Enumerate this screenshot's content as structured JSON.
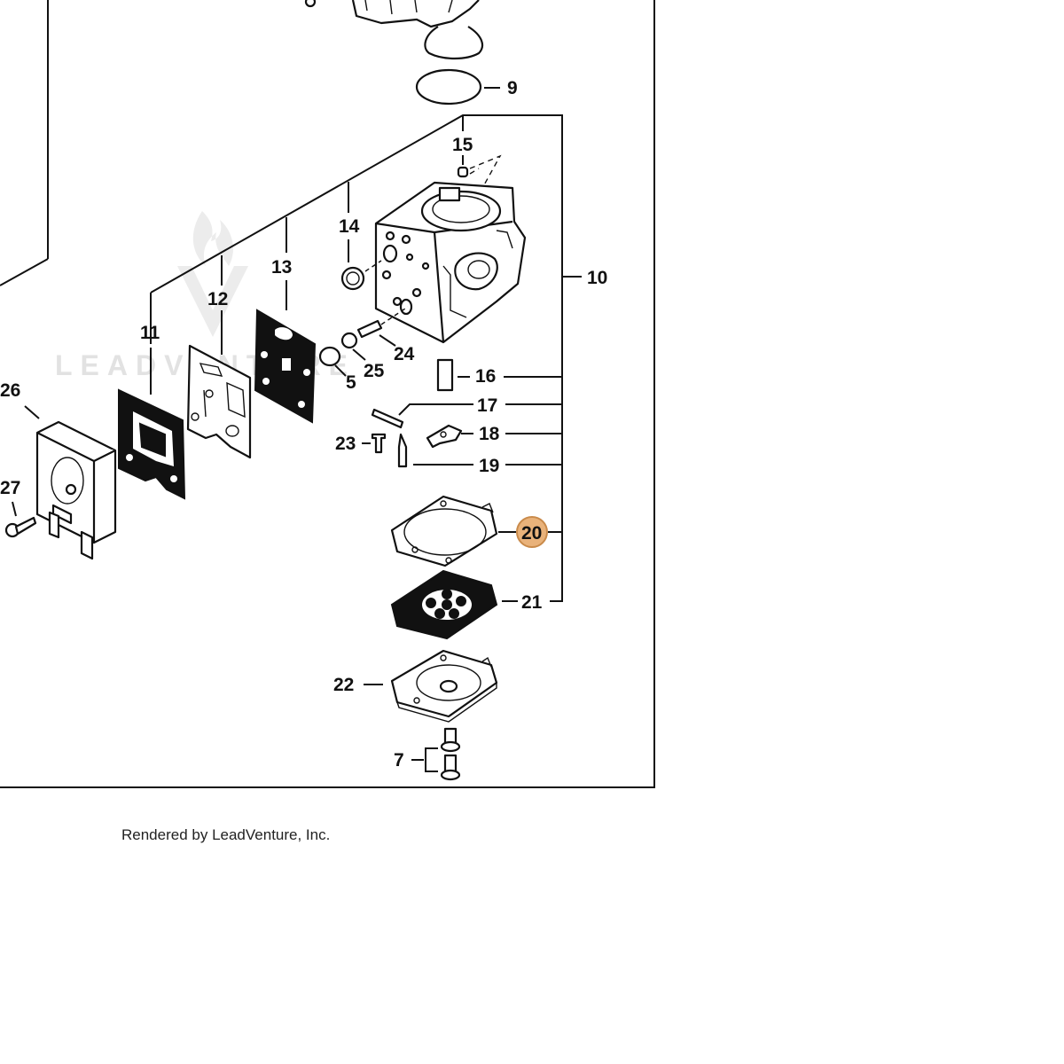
{
  "diagram": {
    "watermark": "LEADVENTURE",
    "footer": "Rendered by LeadVenture, Inc.",
    "highlight_color": "#e9b27a",
    "highlight_stroke": "#c98a4a",
    "selected_callout": "20",
    "callouts": {
      "c5": "5",
      "c7": "7",
      "c9": "9",
      "c10": "10",
      "c11": "11",
      "c12": "12",
      "c13": "13",
      "c14": "14",
      "c15": "15",
      "c16": "16",
      "c17": "17",
      "c18": "18",
      "c19": "19",
      "c20": "20",
      "c21": "21",
      "c22": "22",
      "c23": "23",
      "c24": "24",
      "c25": "25",
      "c26": "26",
      "c27": "27"
    }
  }
}
